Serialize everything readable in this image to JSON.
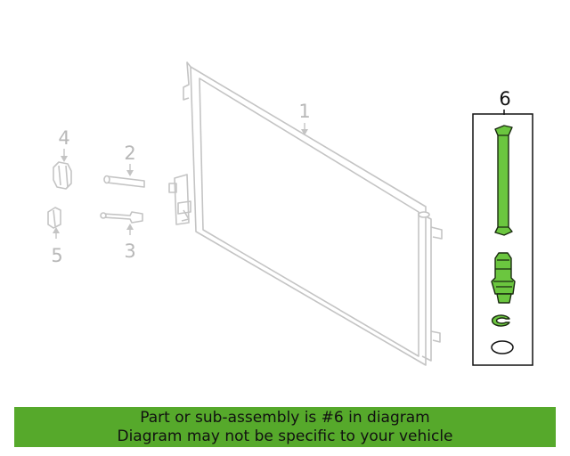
{
  "callouts": {
    "c1": "1",
    "c2": "2",
    "c3": "3",
    "c4": "4",
    "c5": "5",
    "c6": "6"
  },
  "banner": {
    "line1": "Part or sub-assembly is #6 in diagram",
    "line2": "Diagram may not be specific to your vehicle"
  },
  "colors": {
    "highlight_green": "#6bc63f",
    "banner_green": "#56a92b",
    "faded_part_grey": "#c4c4c4"
  }
}
